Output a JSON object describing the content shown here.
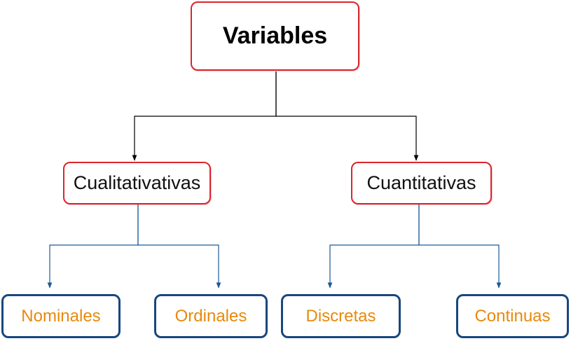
{
  "diagram": {
    "root": {
      "label": "Variables"
    },
    "categories": [
      {
        "label": "Cualitativativas",
        "children": [
          {
            "label": "Nominales"
          },
          {
            "label": "Ordinales"
          }
        ]
      },
      {
        "label": "Cuantitativas",
        "children": [
          {
            "label": "Discretas"
          },
          {
            "label": "Continuas"
          }
        ]
      }
    ]
  },
  "colors": {
    "root_border": "#d9262c",
    "category_border": "#d9262c",
    "leaf_border": "#18477e",
    "leaf_text": "#e8890c",
    "top_connector": "#000000",
    "bottom_connector": "#1b5a96"
  }
}
